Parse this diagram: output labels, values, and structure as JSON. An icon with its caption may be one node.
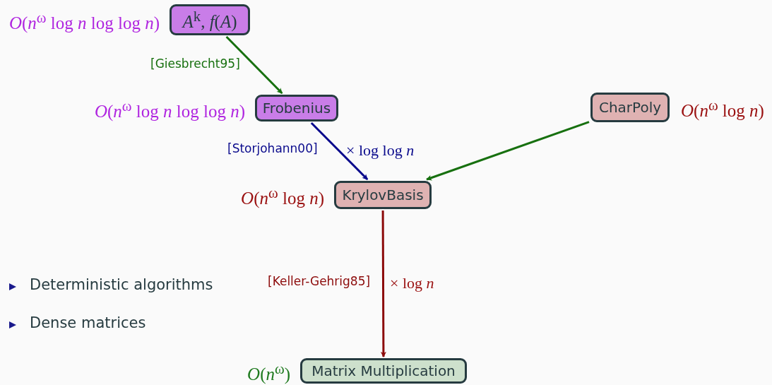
{
  "diagram": {
    "nodes": [
      {
        "text": [
          "*A*$^{k}$, *f*(*A*)"
        ],
        "beside": [
          "*O*(*n*$^{ω}$ log *n* log log *n*)"
        ]
      },
      {
        "text": [
          "Frobenius"
        ],
        "beside": [
          "*O*(*n*$^{ω}$ log *n* log log *n*)"
        ]
      },
      {
        "text": [
          "CharPoly"
        ],
        "beside": [
          "*O*(*n*$^{ω}$ log *n*)"
        ]
      },
      {
        "text": [
          "KrylovBasis"
        ],
        "beside": [
          "*O*(*n*$^{ω}$ log *n*)"
        ]
      },
      {
        "text": [
          "Matrix Multiplication"
        ],
        "beside": [
          "*O*(*n*$^{ω}$)"
        ]
      }
    ],
    "edges": [
      {
        "from": 0,
        "to": 1,
        "arrow": "to",
        "label": "[Giesbrecht95]",
        "color": "#17700f"
      },
      {
        "from": 1,
        "to": 3,
        "arrow": "to",
        "label": "[Storjohann00]",
        "color": "#0a0a8c"
      },
      {
        "from": 2,
        "to": 3,
        "arrow": "to",
        "color": "#17700f"
      },
      {
        "from": 3,
        "to": 4,
        "arrow": "to",
        "label": "[Keller-Gehrig85]",
        "color": "#8c0a0a"
      }
    ],
    "labels": [
      "× log log *n*",
      "× log *n*",
      "Deterministic algorithms",
      "Dense matrices"
    ]
  }
}
